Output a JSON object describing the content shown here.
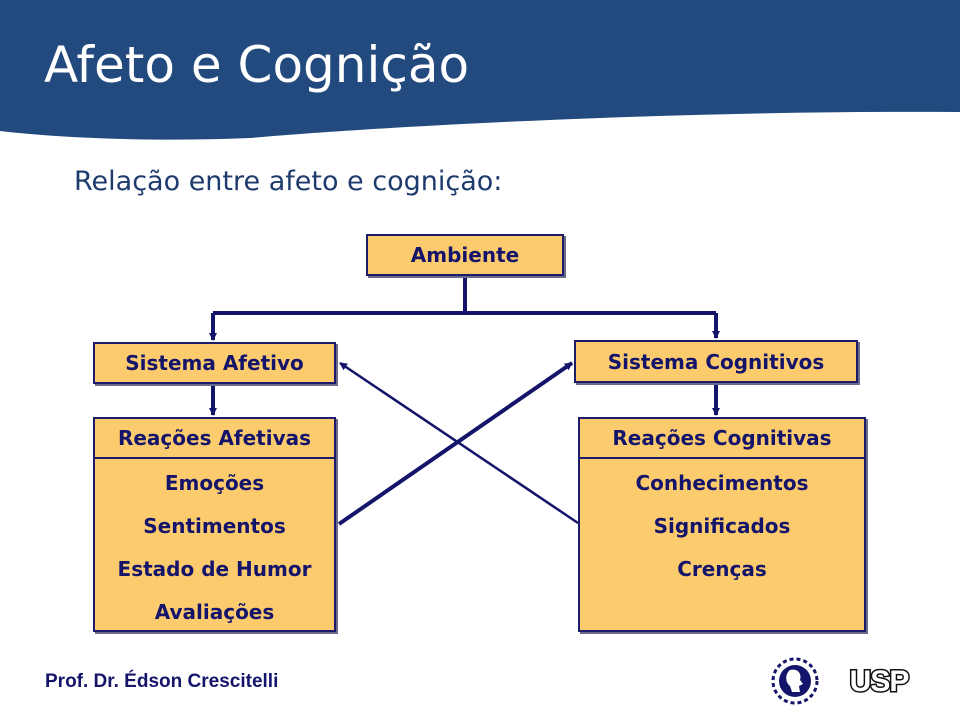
{
  "slide": {
    "title": "Afeto e Cognição",
    "subtitle": "Relação entre afeto e cognição:"
  },
  "diagram": {
    "ambiente": "Ambiente",
    "sistema_afetivo": "Sistema Afetivo",
    "sistema_cognitivos": "Sistema Cognitivos",
    "reacoes_afetivas": {
      "title": "Reações Afetivas",
      "items": [
        "Emoções",
        "Sentimentos",
        "Estado de Humor",
        "Avaliações"
      ]
    },
    "reacoes_cognitivas": {
      "title": "Reações Cognitivas",
      "items": [
        "Conhecimentos",
        "Significados",
        "Crenças"
      ]
    }
  },
  "footer": {
    "author": "Prof. Dr. Édson Crescitelli",
    "logo_usp": "USP"
  },
  "colors": {
    "header": "#224a7e",
    "box_fill": "#fccb6e",
    "box_border": "#1c1c6a"
  }
}
